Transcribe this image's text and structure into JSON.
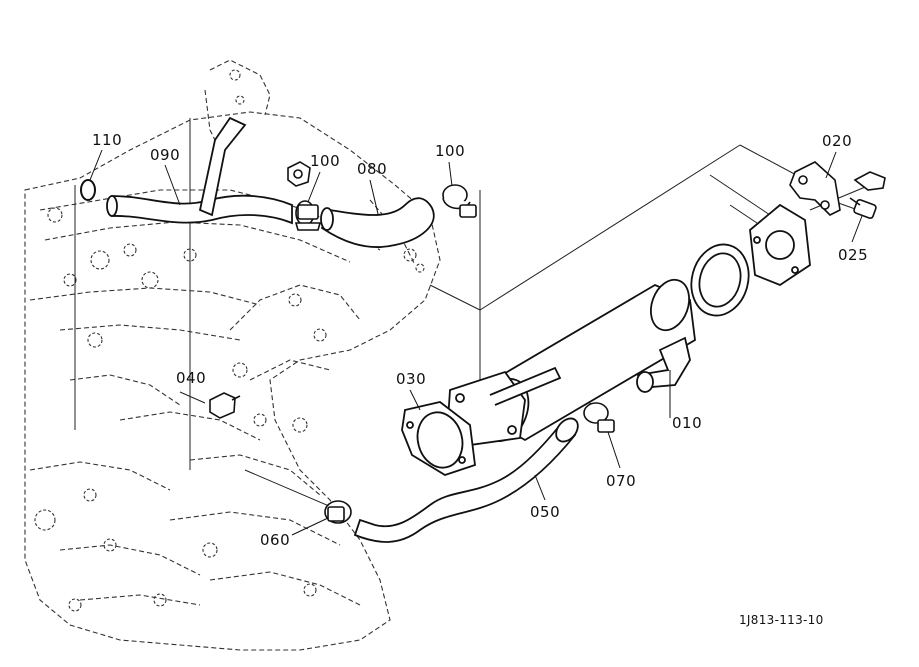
{
  "diagram": {
    "drawing_code": "1J813-113-10",
    "part_labels": {
      "p110": "110",
      "p090": "090",
      "p100a": "100",
      "p080": "080",
      "p100b": "100",
      "p020": "020",
      "p025": "025",
      "p030": "030",
      "p010": "010",
      "p040": "040",
      "p070": "070",
      "p050": "050",
      "p060": "060"
    }
  }
}
